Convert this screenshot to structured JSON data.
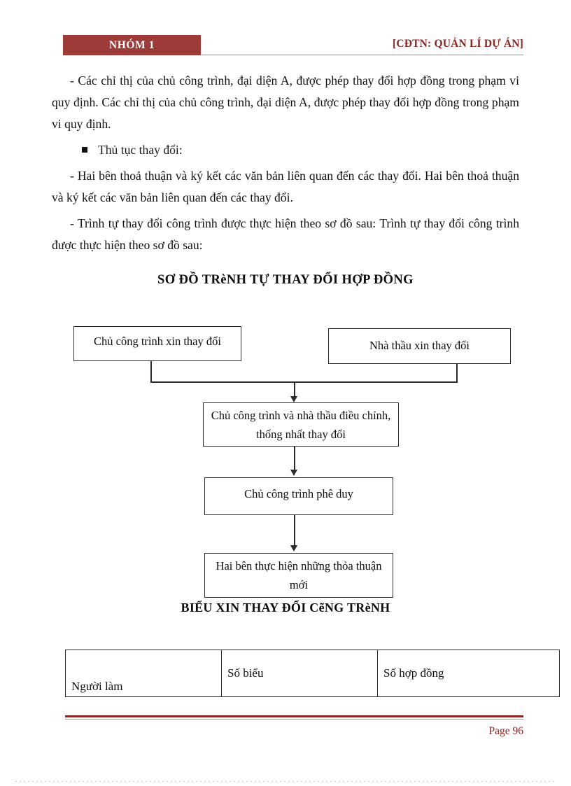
{
  "header": {
    "tag": "NHÓM 1",
    "title": "[CĐTN: QUẢN LÍ DỰ ÁN]"
  },
  "body": {
    "paragraph_1": "- Các chỉ thị của chủ công trình, đại diện A, được phép thay đổi hợp đồng trong phạm vi quy định.  Các chỉ thị của chủ công trình, đại diện A, được phép thay đổi hợp đồng trong phạm vi quy định.",
    "bullet_1": "Thủ tục thay đổi:",
    "paragraph_2": "- Hai bên thoả thuận và ký kết các văn bản liên quan đến các thay đổi.     Hai bên thoả thuận và ký kết các văn bản liên quan đến các thay đổi.",
    "paragraph_3": "- Trình tự thay đổi công trình được thực hiện theo sơ đồ sau: Trình tự thay đổi công trình được thực hiện theo sơ đồ sau:"
  },
  "diagram": {
    "title": "SƠ ĐỒ TRèNH TỰ THAY ĐỔI HỢP ĐỒNG",
    "subtitle": "BIỂU XIN THAY ĐỔI CẽNG TRèNH",
    "boxes": [
      {
        "id": "owner-request",
        "label": "Chủ công trình xin thay đổi"
      },
      {
        "id": "contractor-request",
        "label": "Nhà thầu xin thay đổi"
      },
      {
        "id": "adjust",
        "label": "Chủ công trình và nhà thầu điều chỉnh, thống nhất thay đổi"
      },
      {
        "id": "approve",
        "label": "Chủ công trình phê duy"
      },
      {
        "id": "implement",
        "label": "Hai bên thực hiện những thỏa thuận mới"
      }
    ]
  },
  "table": {
    "cells": [
      "Người làm",
      "Số biểu",
      "Số hợp đồng"
    ]
  },
  "footer": {
    "page_label": "Page 96"
  },
  "colors": {
    "header_box": "#9c3b37",
    "header_text": "#8e2420",
    "footer_rule": "#8e2420",
    "diagram_line": "#2b2b2b"
  }
}
